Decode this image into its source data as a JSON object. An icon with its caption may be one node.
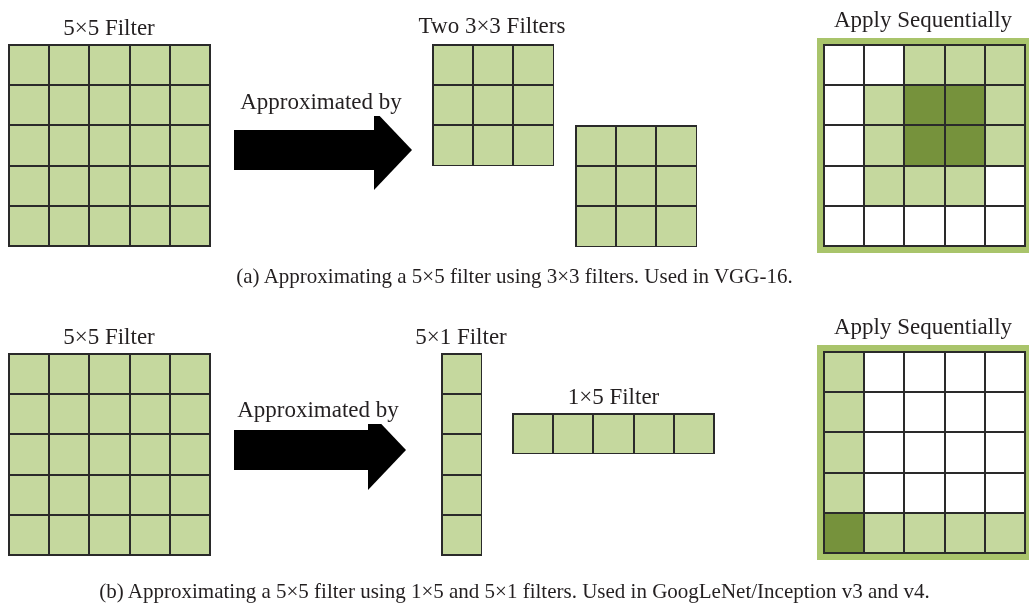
{
  "diagram": {
    "nodes": [
      {
        "text": [
          "5×5 Filter"
        ]
      },
      {
        "text": [
          "Two 3×3 Filters"
        ]
      },
      {
        "text": [],
        "shape": "box"
      },
      {
        "text": [
          "Apply Sequentially"
        ]
      },
      {
        "text": [
          "5×5 Filter"
        ]
      },
      {
        "text": [
          "5×1 Filter"
        ]
      },
      {
        "text": [
          "1×5 Filter"
        ]
      },
      {
        "text": [
          "Apply Sequentially"
        ]
      }
    ],
    "edges": [
      {
        "from": 0,
        "to": 1,
        "arrow": "to",
        "label": "Approximated by"
      },
      {
        "from": 4,
        "to": 5,
        "arrow": "to",
        "label": "Approximated by"
      }
    ],
    "labels": [
      "(a) Approximating a 5×5 filter using 3×3 filters. Used in VGG-16.",
      "(b) Approximating a 5×5 filter using 1×5 and 5×1 filters. Used in GoogLeNet/Inception v3 and v4."
    ]
  }
}
